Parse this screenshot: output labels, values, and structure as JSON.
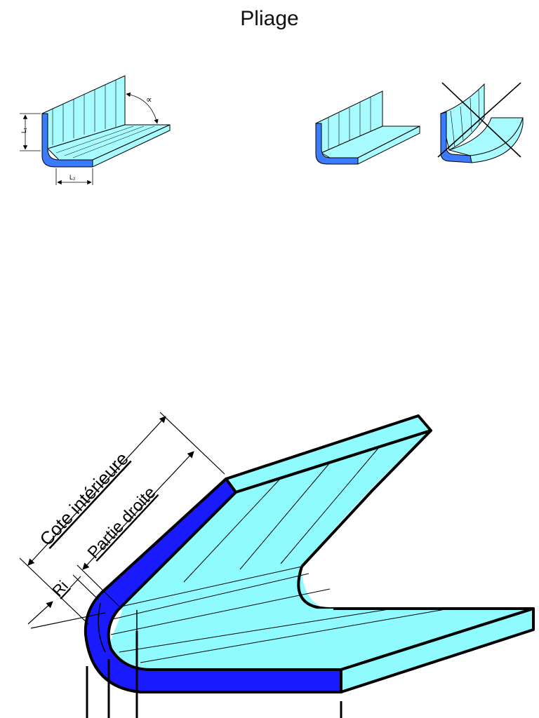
{
  "title": "Pliage",
  "top_left": {
    "dim_l1": "L₁",
    "dim_l2": "L₂",
    "angle": "∝"
  },
  "bottom": {
    "cote_interieure": "Cote intérieure",
    "partie_droite": "Partie droite",
    "ri": "Ri"
  },
  "colors": {
    "light_cyan": "#8ffbff",
    "deep_blue": "#1a1aff",
    "outline": "#000000",
    "small_blue": "#3a7bff",
    "small_cyan": "#a8fbff"
  }
}
